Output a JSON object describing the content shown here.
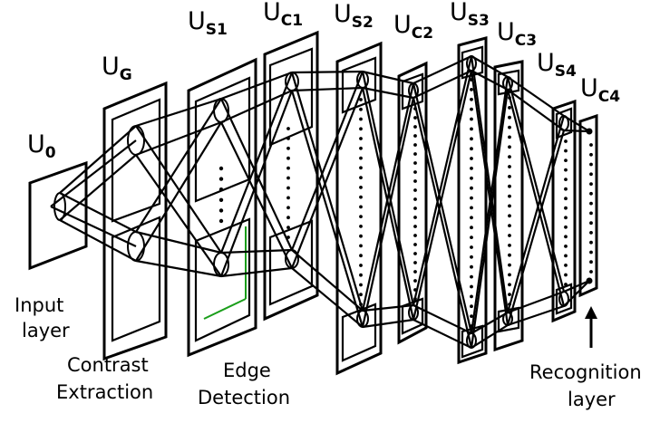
{
  "layers": [
    {
      "name": "input-layer",
      "main": "U",
      "sub": "0"
    },
    {
      "name": "contrast-layer",
      "main": "U",
      "sub": "G"
    },
    {
      "name": "s1-layer",
      "main": "U",
      "sub": "S1"
    },
    {
      "name": "c1-layer",
      "main": "U",
      "sub": "C1"
    },
    {
      "name": "s2-layer",
      "main": "U",
      "sub": "S2"
    },
    {
      "name": "c2-layer",
      "main": "U",
      "sub": "C2"
    },
    {
      "name": "s3-layer",
      "main": "U",
      "sub": "S3"
    },
    {
      "name": "c3-layer",
      "main": "U",
      "sub": "C3"
    },
    {
      "name": "s4-layer",
      "main": "U",
      "sub": "S4"
    },
    {
      "name": "c4-layer",
      "main": "U",
      "sub": "C4"
    }
  ],
  "captions": {
    "input_line1": "Input",
    "input_line2": "layer",
    "contrast_line1": "Contrast",
    "contrast_line2": "Extraction",
    "edge_line1": "Edge",
    "edge_line2": "Detection",
    "recognition_line1": "Recognition",
    "recognition_line2": "layer"
  },
  "colors": {
    "line": "#000000",
    "highlight": "#1a9e1a",
    "background": "#ffffff"
  }
}
